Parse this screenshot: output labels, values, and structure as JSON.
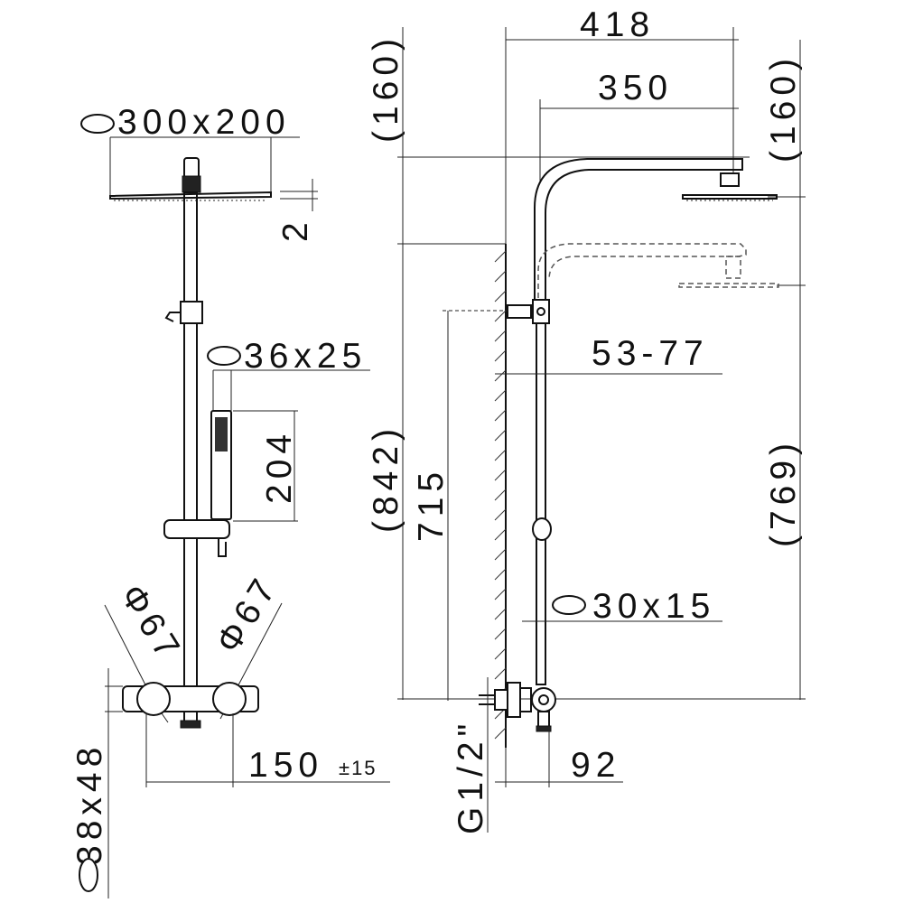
{
  "front_view": {
    "head_size": "300x200",
    "head_thickness": "2",
    "handshower_size": "36x25",
    "handshower_length": "204",
    "knob_left_diameter": "Φ67",
    "knob_right_diameter": "Φ67",
    "body_section": "38x48",
    "center_distance": "150",
    "center_tolerance": "±15"
  },
  "side_view": {
    "arm_length_outer": "418",
    "arm_length_inner": "350",
    "head_offset_left": "(160)",
    "head_offset_right": "(160)",
    "wall_distance": "53-77",
    "height_left": "(842)",
    "inlet_height": "715",
    "height_right": "(769)",
    "rail_section": "30x15",
    "connection": "G1/2\"",
    "wall_to_axis": "92"
  },
  "colors": {
    "line": "#111111",
    "background": "#ffffff"
  }
}
